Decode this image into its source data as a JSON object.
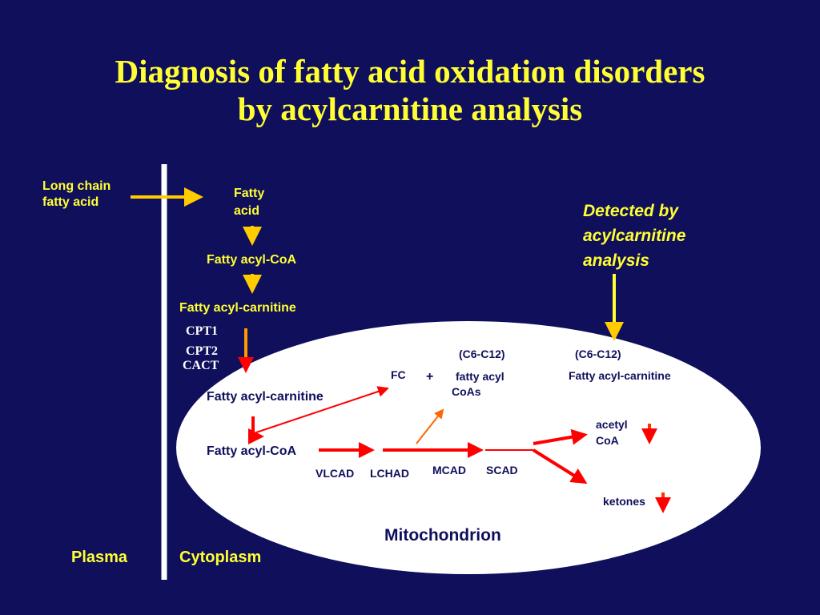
{
  "title": {
    "line1": "Diagnosis of fatty acid oxidation disorders",
    "line2": "by acylcarnitine analysis"
  },
  "labels": {
    "long_chain_line1": "Long chain",
    "long_chain_line2": "fatty acid",
    "fatty_acid_line1": "Fatty",
    "fatty_acid_line2": "acid",
    "fatty_acyl_coa_top": "Fatty acyl-CoA",
    "fatty_acyl_carnitine_top": "Fatty acyl-carnitine",
    "cpt1": "CPT1",
    "cpt2": "CPT2",
    "cact": "CACT",
    "detected_line1": "Detected by",
    "detected_line2": "acylcarnitine",
    "detected_line3": "analysis",
    "c6c12_left": "(C6-C12)",
    "c6c12_right": "(C6-C12)",
    "fc": "FC",
    "plus": "+",
    "fatty_acyl_coas_line1": "fatty acyl",
    "fatty_acyl_coas_line2": "CoAs",
    "fatty_acyl_carnitine_right": "Fatty acyl-carnitine",
    "fatty_acyl_carnitine_mito": "Fatty acyl-carnitine",
    "fatty_acyl_coa_mito": "Fatty acyl-CoA",
    "acetyl_line1": "acetyl",
    "acetyl_line2": "CoA",
    "vlcad": "VLCAD",
    "lchad": "LCHAD",
    "mcad": "MCAD",
    "scad": "SCAD",
    "ketones": "ketones",
    "mitochondrion": "Mitochondrion",
    "plasma": "Plasma",
    "cytoplasm": "Cytoplasm"
  },
  "colors": {
    "background": "#0f0f5c",
    "title": "#ffff33",
    "white": "#ffffff",
    "arrow_yellow": "#ffcc00",
    "arrow_orange": "#ff9900",
    "arrow_red": "#ff0000"
  }
}
